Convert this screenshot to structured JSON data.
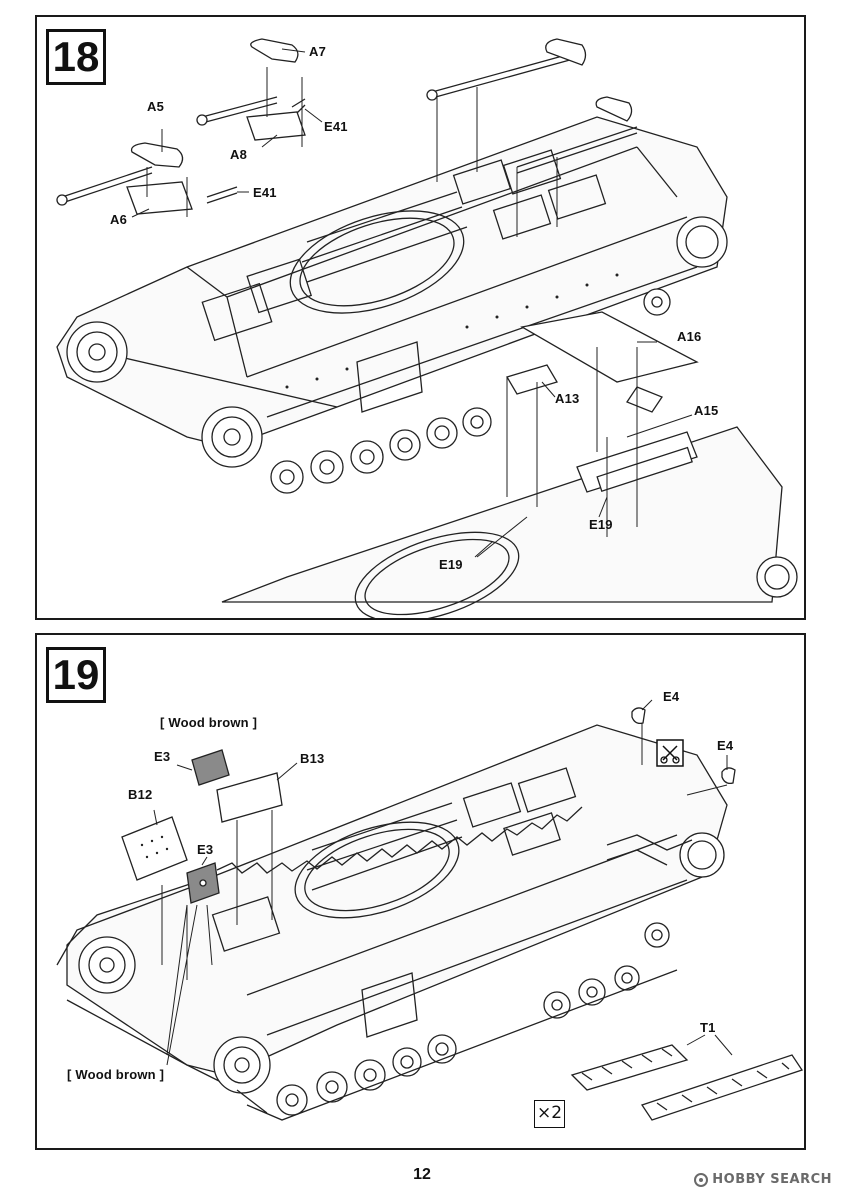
{
  "steps": [
    {
      "number": "18",
      "labels": {
        "a7": "A7",
        "a5": "A5",
        "e41_top": "E41",
        "a8": "A8",
        "e41_left": "E41",
        "a6": "A6",
        "a16": "A16",
        "a13": "A13",
        "a15": "A15",
        "e19_right": "E19",
        "e19_left": "E19"
      }
    },
    {
      "number": "19",
      "labels": {
        "wood_top": "[ Wood brown ]",
        "e3_top": "E3",
        "b13": "B13",
        "b12": "B12",
        "e3_mid": "E3",
        "e4_top": "E4",
        "e4_right": "E4",
        "t1": "T1",
        "wood_bottom": "[ Wood brown ]",
        "multiplier": "×2"
      },
      "icons": [
        "cut-part-icon"
      ],
      "colors": {
        "wood_brown_part": "#8a8a8a"
      }
    }
  ],
  "page_number": "12",
  "watermark": "HOBBY SEARCH"
}
